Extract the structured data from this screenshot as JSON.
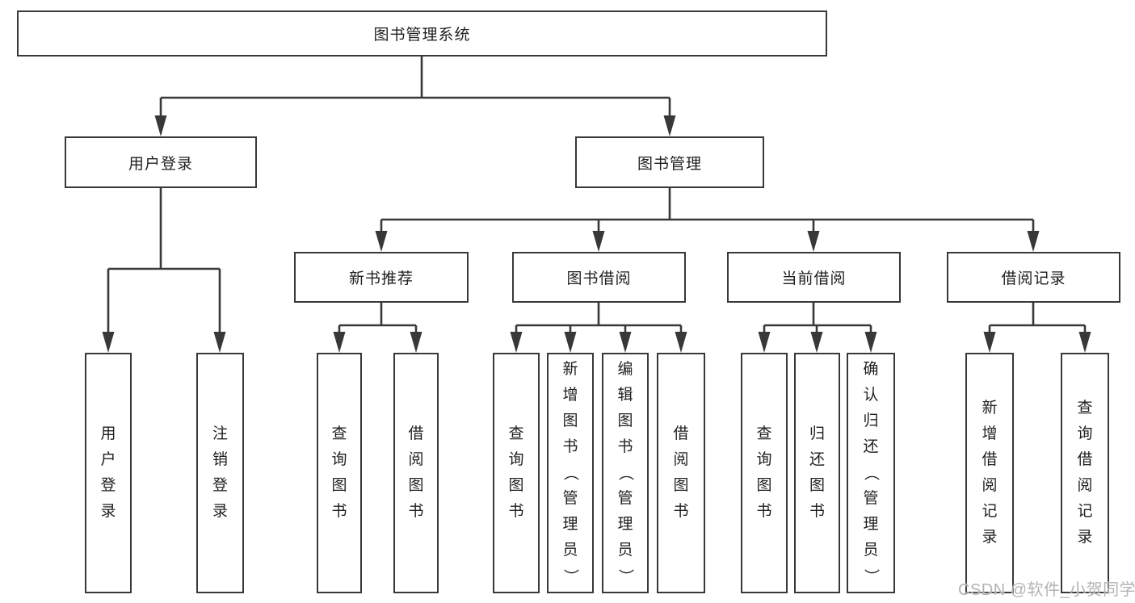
{
  "diagram": {
    "root": {
      "label": "图书管理系统"
    },
    "level2": {
      "user_login": {
        "label": "用户登录"
      },
      "book_mgmt": {
        "label": "图书管理"
      }
    },
    "level3": {
      "new_book_rec": {
        "label": "新书推荐"
      },
      "book_borrow": {
        "label": "图书借阅"
      },
      "current_borrow": {
        "label": "当前借阅"
      },
      "borrow_records": {
        "label": "借阅记录"
      }
    },
    "level4": {
      "user_login_leaf": {
        "label": "用户登录"
      },
      "logout": {
        "label": "注销登录"
      },
      "query_book_rec": {
        "label": "查询图书"
      },
      "borrow_book_rec": {
        "label": "借阅图书"
      },
      "query_book_borrow": {
        "label": "查询图书"
      },
      "add_book_admin": {
        "label": "新增图书（管理员）"
      },
      "edit_book_admin": {
        "label": "编辑图书（管理员）"
      },
      "borrow_book_borrow": {
        "label": "借阅图书"
      },
      "query_book_current": {
        "label": "查询图书"
      },
      "return_book": {
        "label": "归还图书"
      },
      "confirm_return_admin": {
        "label": "确认归还（管理员）"
      },
      "add_borrow_record": {
        "label": "新增借阅记录"
      },
      "query_borrow_record": {
        "label": "查询借阅记录"
      }
    }
  },
  "watermark": {
    "text": "CSDN @软件_小贺同学"
  },
  "colors": {
    "line": "#383838",
    "text": "#1f1f1f",
    "box_background": "#ffffff",
    "watermark": "#b3b3b3",
    "background": "#ffffff"
  }
}
